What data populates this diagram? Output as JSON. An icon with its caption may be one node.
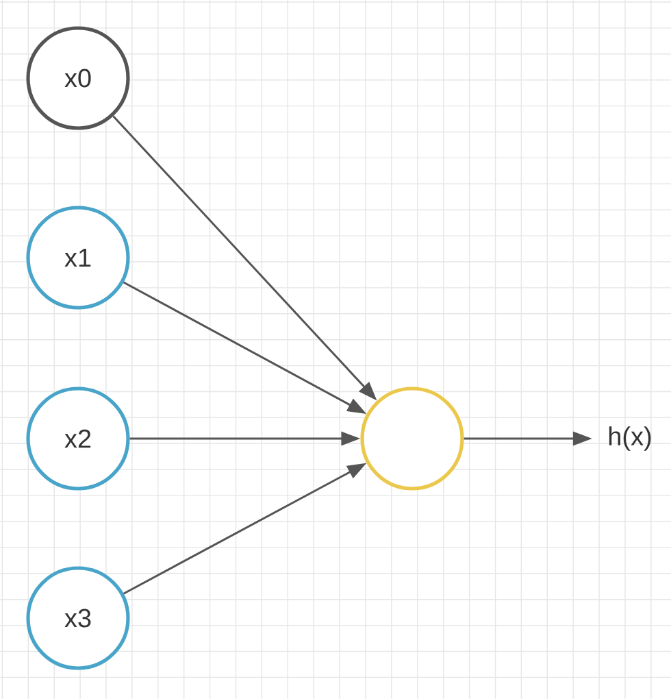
{
  "diagram": {
    "nodes": [
      {
        "text": [
          "x0"
        ]
      },
      {
        "text": [
          "x1"
        ]
      },
      {
        "text": [
          "x2"
        ]
      },
      {
        "text": [
          "x3"
        ]
      },
      {
        "text": [],
        "shape": "circle"
      },
      {
        "text": [
          "h(x)"
        ]
      }
    ],
    "edges": [
      {
        "from": 0,
        "to": 4,
        "arrow": "to"
      },
      {
        "from": 1,
        "to": 4,
        "arrow": "to"
      },
      {
        "from": 2,
        "to": 4,
        "arrow": "to"
      },
      {
        "from": 3,
        "to": 4,
        "arrow": "to"
      },
      {
        "from": 4,
        "to": 5,
        "arrow": "to"
      }
    ]
  }
}
